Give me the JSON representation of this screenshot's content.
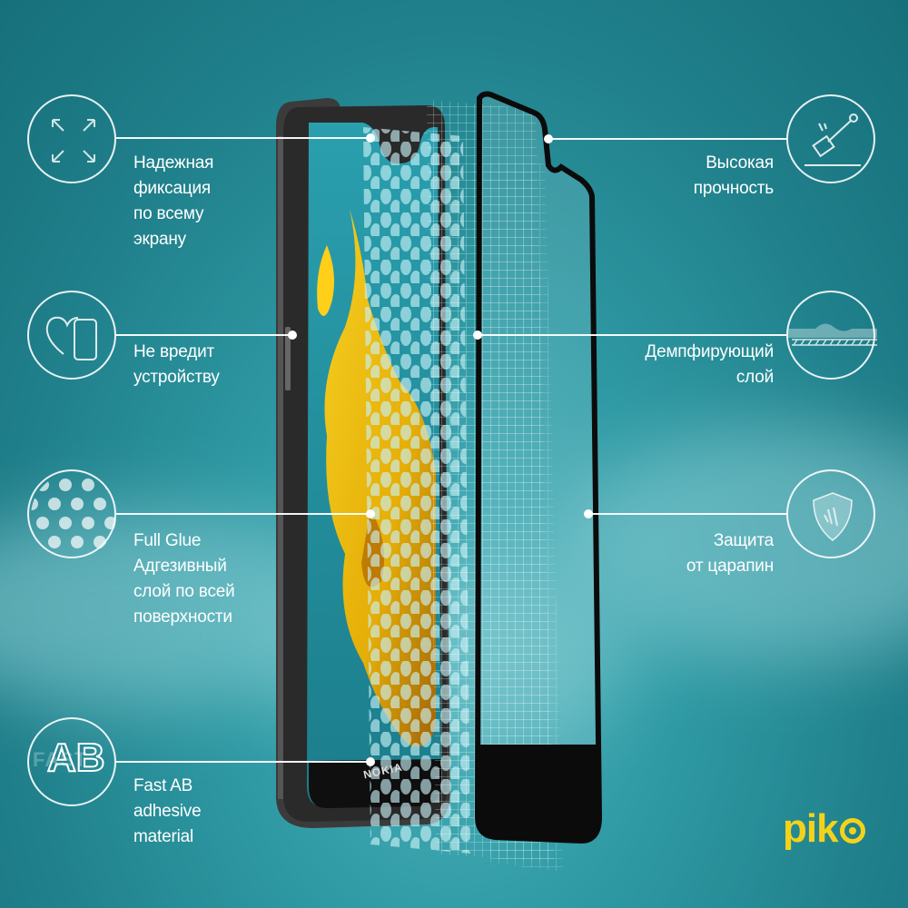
{
  "features_left": [
    {
      "label": "Надежная\nфиксация\nпо всему\nэкрану",
      "icon": "expand-arrows-icon"
    },
    {
      "label": "Не вредит\nустройству",
      "icon": "heart-phone-icon"
    },
    {
      "label": "Full Glue\nАдгезивный\nслой по всей\nповерхности",
      "icon": "dot-pattern-icon"
    },
    {
      "label": "Fast AB\nadhesive\nmaterial",
      "icon": "fast-ab-icon",
      "icon_text": "AB",
      "icon_watermark": "FAST"
    }
  ],
  "features_right": [
    {
      "label": "Высокая\nпрочность",
      "icon": "hammer-icon"
    },
    {
      "label": "Демпфирующий\nслой",
      "icon": "damping-layer-icon"
    },
    {
      "label": "Защита\nот царапин",
      "icon": "shield-icon"
    }
  ],
  "phone": {
    "brand": "NOKIA"
  },
  "logo": {
    "text": "pik",
    "accent_color": "#f4d21a"
  },
  "colors": {
    "background": "#1f7f8a",
    "accent": "#f4d21a",
    "line": "#ffffff"
  }
}
